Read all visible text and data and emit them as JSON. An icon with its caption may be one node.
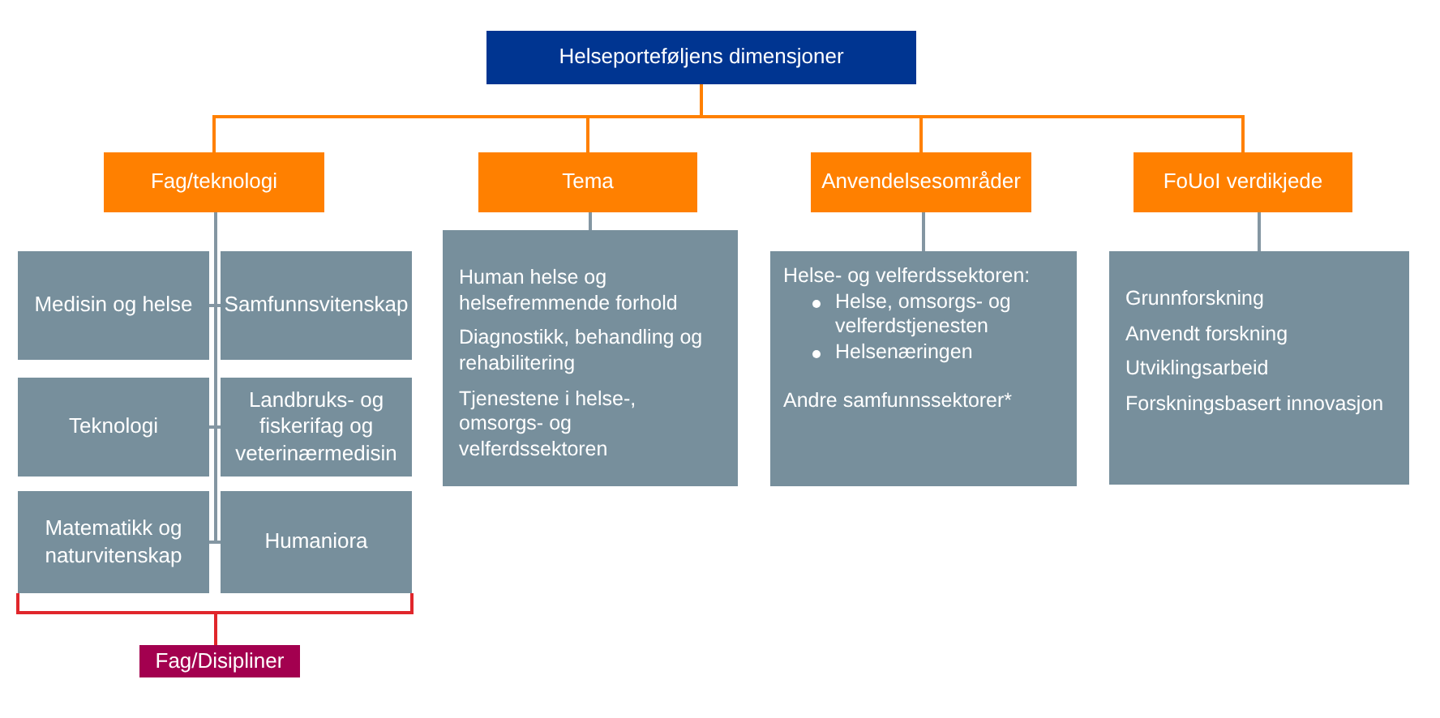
{
  "diagram": {
    "nodes": [
      {
        "text": [
          "Helseporteføljens dimensjoner"
        ]
      },
      {
        "text": [
          "Fag/teknologi"
        ]
      },
      {
        "text": [
          "Tema"
        ]
      },
      {
        "text": [
          "Anvendelsesområder"
        ]
      },
      {
        "text": [
          "FoUoI verdikjede"
        ]
      },
      {
        "text": [
          "Medisin og helse"
        ]
      },
      {
        "text": [
          "Samfunnsvitenskap"
        ]
      },
      {
        "text": [
          "Teknologi"
        ]
      },
      {
        "text": [
          "Landbruks- og fiskerifag og veterinærmedisin"
        ]
      },
      {
        "text": [
          "Matematikk og naturvitenskap"
        ]
      },
      {
        "text": [
          "Humaniora"
        ]
      },
      {
        "text": [
          "Human helse og helsefremmende forhold",
          "Diagnostikk, behandling og rehabilitering",
          "Tjenestene i helse-, omsorgs- og velferdssektoren"
        ]
      },
      {
        "text": [
          "Helse- og velferdssektoren:",
          "Helse, omsorgs- og velferdstjenesten",
          "Helsenæringen",
          "Andre samfunnssektorer*"
        ]
      },
      {
        "text": [
          "Grunnforskning",
          "Anvendt forskning",
          "Utviklingsarbeid",
          "Forskningsbasert innovasjon"
        ]
      },
      {
        "text": [
          "Fag/Disipliner"
        ]
      }
    ],
    "edges": [
      {
        "from": 0,
        "to": 1,
        "arrow": "none",
        "color": "#ff8000"
      },
      {
        "from": 0,
        "to": 2,
        "arrow": "none",
        "color": "#ff8000"
      },
      {
        "from": 0,
        "to": 3,
        "arrow": "none",
        "color": "#ff8000"
      },
      {
        "from": 0,
        "to": 4,
        "arrow": "none",
        "color": "#ff8000"
      },
      {
        "from": 1,
        "to": 5,
        "arrow": "none"
      },
      {
        "from": 1,
        "to": 6,
        "arrow": "none"
      },
      {
        "from": 1,
        "to": 7,
        "arrow": "none"
      },
      {
        "from": 1,
        "to": 8,
        "arrow": "none"
      },
      {
        "from": 1,
        "to": 9,
        "arrow": "none"
      },
      {
        "from": 1,
        "to": 10,
        "arrow": "none"
      },
      {
        "from": 2,
        "to": 11,
        "arrow": "none"
      },
      {
        "from": 3,
        "to": 12,
        "arrow": "none"
      },
      {
        "from": 4,
        "to": 13,
        "arrow": "none"
      },
      {
        "from": 9,
        "to": 14,
        "arrow": "none",
        "color": "#e0262b"
      },
      {
        "from": 10,
        "to": 14,
        "arrow": "none",
        "color": "#e0262b"
      }
    ]
  }
}
